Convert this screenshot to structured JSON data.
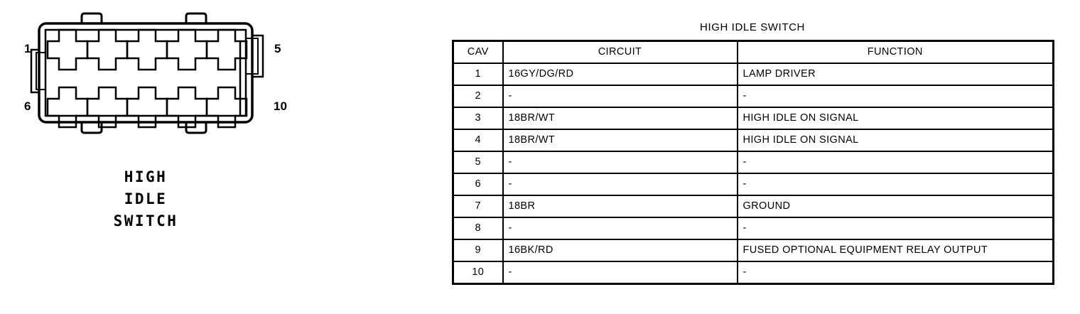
{
  "connector": {
    "caption_lines": [
      "HIGH",
      "IDLE",
      "SWITCH"
    ],
    "pin_labels": {
      "top_left": "1",
      "bottom_left": "6",
      "top_right": "5",
      "bottom_right": "10"
    },
    "cavity_count": 10,
    "rows": 2,
    "columns": 5,
    "colors": {
      "outline": "#000000",
      "fill": "#ffffff"
    }
  },
  "table": {
    "title": "HIGH IDLE SWITCH",
    "headers": [
      "CAV",
      "CIRCUIT",
      "FUNCTION"
    ],
    "rows": [
      {
        "cav": "1",
        "circuit": "16GY/DG/RD",
        "function": "LAMP DRIVER"
      },
      {
        "cav": "2",
        "circuit": "-",
        "function": "-"
      },
      {
        "cav": "3",
        "circuit": "18BR/WT",
        "function": "HIGH IDLE ON SIGNAL"
      },
      {
        "cav": "4",
        "circuit": "18BR/WT",
        "function": "HIGH IDLE ON SIGNAL"
      },
      {
        "cav": "5",
        "circuit": "-",
        "function": "-"
      },
      {
        "cav": "6",
        "circuit": "-",
        "function": "-"
      },
      {
        "cav": "7",
        "circuit": "18BR",
        "function": "GROUND"
      },
      {
        "cav": "8",
        "circuit": "-",
        "function": "-"
      },
      {
        "cav": "9",
        "circuit": "16BK/RD",
        "function": "FUSED OPTIONAL EQUIPMENT RELAY OUTPUT"
      },
      {
        "cav": "10",
        "circuit": "-",
        "function": "-"
      }
    ]
  }
}
